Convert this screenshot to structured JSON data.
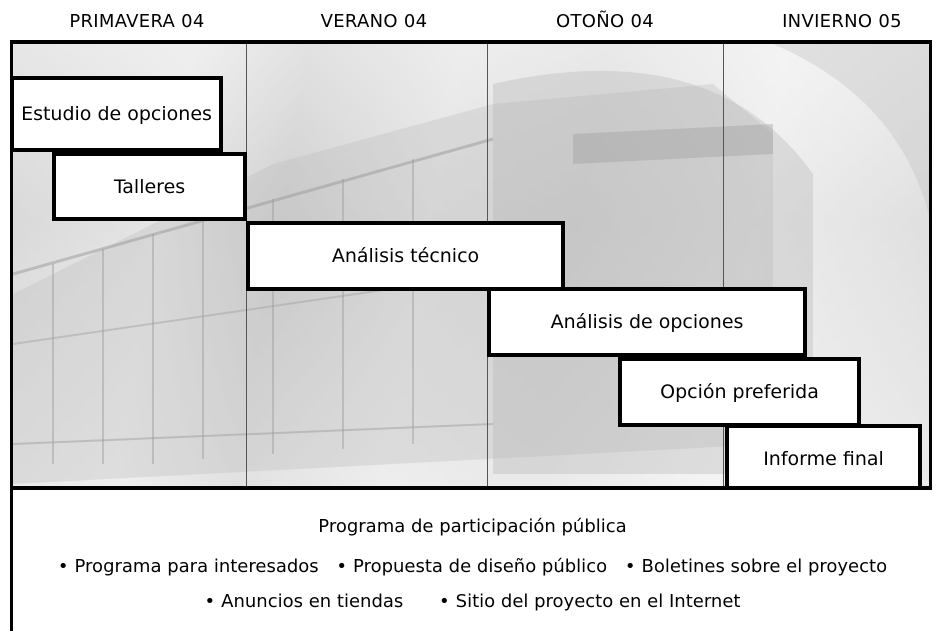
{
  "seasons": [
    "PRIMAVERA 04",
    "VERANO 04",
    "OTOÑO 04",
    "INVIERNO 05"
  ],
  "phases": [
    "Estudio de opciones",
    "Talleres",
    "Análisis técnico",
    "Análisis de opciones",
    "Opción preferida",
    "Informe final"
  ],
  "program": {
    "title": "Programa de participación pública",
    "row1": [
      "Programa para interesados",
      "Propuesta de diseño público",
      "Boletines sobre el proyecto"
    ],
    "row2": [
      "Anuncios en tiendas",
      "Sitio del proyecto en el Internet"
    ]
  }
}
